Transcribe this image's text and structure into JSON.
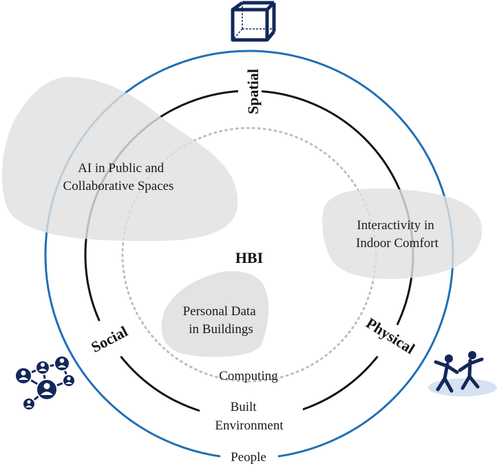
{
  "center": {
    "label": "HBI"
  },
  "rings": {
    "people": "People",
    "built_environment": [
      "Built",
      "Environment"
    ],
    "computing": "Computing"
  },
  "axes": {
    "spatial": "Spatial",
    "social": "Social",
    "physical": "Physical"
  },
  "areas": {
    "public_spaces": [
      "AI in Public and",
      "Collaborative Spaces"
    ],
    "indoor_comfort": [
      "Interactivity in",
      "Indoor Comfort"
    ],
    "personal_data": [
      "Personal Data",
      "in Buildings"
    ]
  },
  "icons": {
    "spatial": "cube-icon",
    "social": "social-network-icon",
    "physical": "people-dancing-icon"
  },
  "colors": {
    "outer_ring": "#1f6fb5",
    "inner_ring": "#111111",
    "computing_ring": "#bdbdbd",
    "blob": "#e1e1e1",
    "icon": "#13285a"
  }
}
